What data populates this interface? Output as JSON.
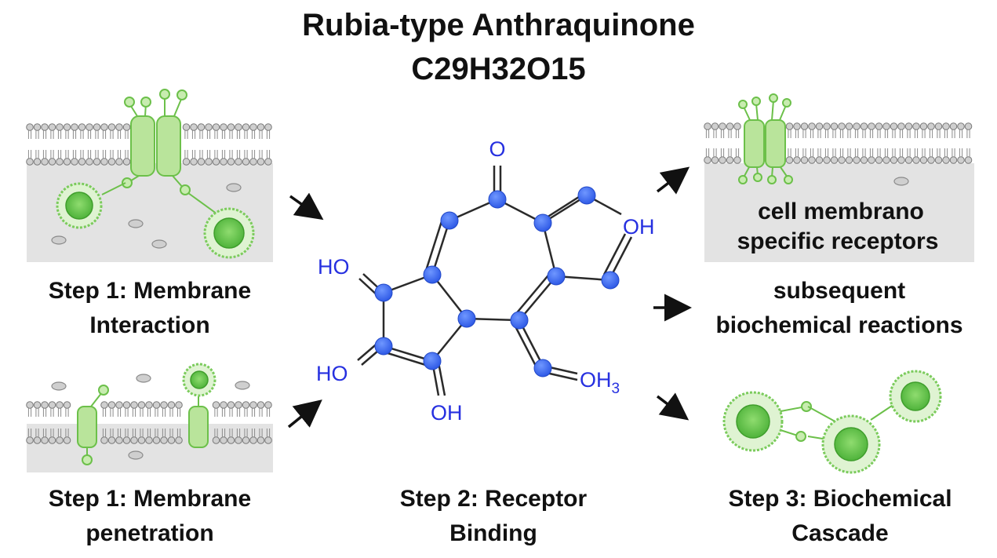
{
  "title": {
    "line1": "Rubia-type Anthraquinone",
    "line2": "C29H32O15"
  },
  "labels": {
    "step1_interaction": {
      "line1": "Step 1: Membrane",
      "line2": "Interaction"
    },
    "step1_penetration": {
      "line1": "Step 1: Membrane",
      "line2": "penetration"
    },
    "step2": {
      "line1": "Step 2: Receptor",
      "line2": "Binding"
    },
    "step3": {
      "line1": "Step 3: Biochemical",
      "line2": "Cascade"
    },
    "subsequent": {
      "line1": "subsequent",
      "line2": "biochemical reactions"
    },
    "receptor_panel": {
      "line1": "cell membrano",
      "line2": "specific receptors"
    }
  },
  "molecule": {
    "o_top": "O",
    "oh_right": "OH",
    "ho_upper": "HO",
    "ho_lower": "HO",
    "oh_bottom": "OH",
    "oh3_main": "OH",
    "oh3_sub": "3"
  },
  "colors": {
    "membrane_fill": "#e3e3e3",
    "lipid_head": "#cfcfcf",
    "protein_fill": "#b9e49b",
    "protein_stroke": "#6cc04a",
    "vesicle_core": "#5bc144",
    "atom": "#3a6df0",
    "molecule_text": "#2630e0"
  }
}
